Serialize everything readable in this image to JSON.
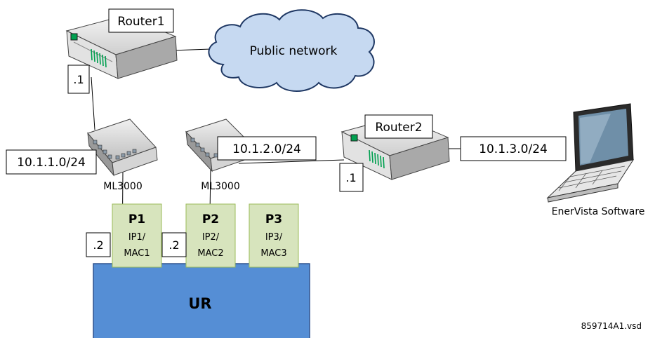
{
  "routers": {
    "router1": "Router1",
    "router2": "Router2"
  },
  "cloud": {
    "label": "Public network"
  },
  "switches": {
    "left": "ML3000",
    "right": "ML3000"
  },
  "subnets": {
    "net1": "10.1.1.0/24",
    "net2": "10.1.2.0/24",
    "net3": "10.1.3.0/24"
  },
  "addresses": {
    "r1_if": ".1",
    "r2_if": ".1",
    "p1_if": ".2",
    "p2_if": ".2"
  },
  "ports": [
    {
      "title": "P1",
      "line1": "IP1/",
      "line2": "MAC1"
    },
    {
      "title": "P2",
      "line1": "IP2/",
      "line2": "MAC2"
    },
    {
      "title": "P3",
      "line1": "IP3/",
      "line2": "MAC3"
    }
  ],
  "ur": {
    "label": "UR"
  },
  "laptop": {
    "label": "EnerVista Software"
  },
  "file_id": "859714A1.vsd",
  "colors": {
    "ur_fill": "#558ed5",
    "port_fill": "#d7e4bd",
    "cloud_fill": "#c6d9f1",
    "router_accent": "#00a050"
  }
}
